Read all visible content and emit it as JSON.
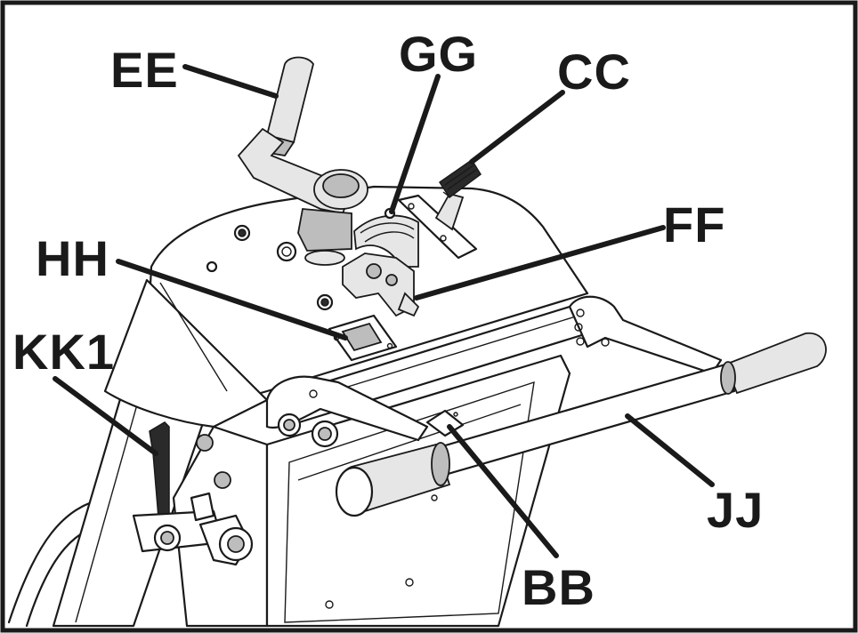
{
  "figure": {
    "callouts": [
      {
        "id": "EE",
        "text": "EE"
      },
      {
        "id": "GG",
        "text": "GG"
      },
      {
        "id": "CC",
        "text": "CC"
      },
      {
        "id": "FF",
        "text": "FF"
      },
      {
        "id": "HH",
        "text": "HH"
      },
      {
        "id": "KK1",
        "text": "KK1"
      },
      {
        "id": "JJ",
        "text": "JJ"
      },
      {
        "id": "BB",
        "text": "BB"
      }
    ],
    "colors": {
      "ink": "#1a1a1a",
      "background": "#ffffff",
      "part_fill": "#e6e6e6",
      "part_shade": "#bdbdbd"
    }
  }
}
